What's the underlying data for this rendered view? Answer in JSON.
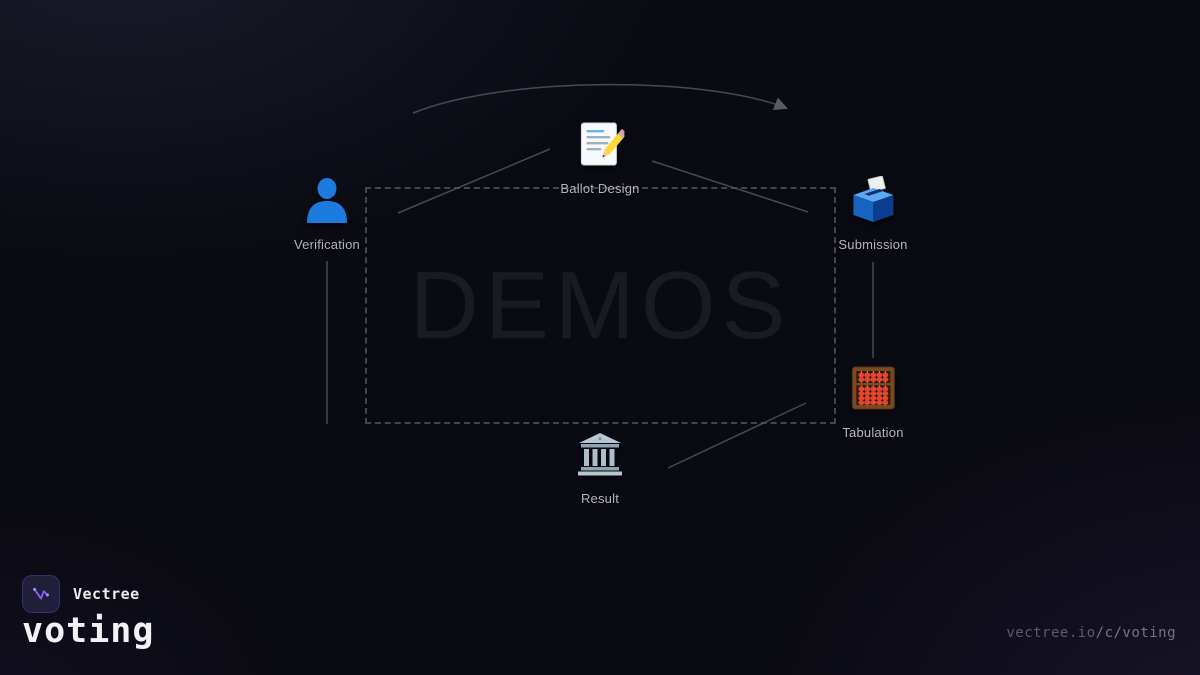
{
  "diagram": {
    "watermark": "DEMOS",
    "nodes": [
      {
        "id": "ballot-design",
        "label": "Ballot Design",
        "icon": "memo-pencil-icon"
      },
      {
        "id": "verification",
        "label": "Verification",
        "icon": "person-silhouette-icon"
      },
      {
        "id": "submission",
        "label": "Submission",
        "icon": "ballot-box-icon"
      },
      {
        "id": "tabulation",
        "label": "Tabulation",
        "icon": "abacus-icon"
      },
      {
        "id": "result",
        "label": "Result",
        "icon": "classical-building-icon"
      }
    ]
  },
  "footer": {
    "brand": "Vectree",
    "title": "voting",
    "url_host": "vectree.io",
    "url_path": "/c/voting"
  },
  "colors": {
    "background": "#0a0a12",
    "accent_purple": "#8b5cf6",
    "person_blue": "#1d7bdf",
    "ballot_box_blue": "#1565c0",
    "connector_gray": "#54545c",
    "node_label": "#b5b5be",
    "watermark": "#1a1a23",
    "dashed_border": "#45454f"
  }
}
